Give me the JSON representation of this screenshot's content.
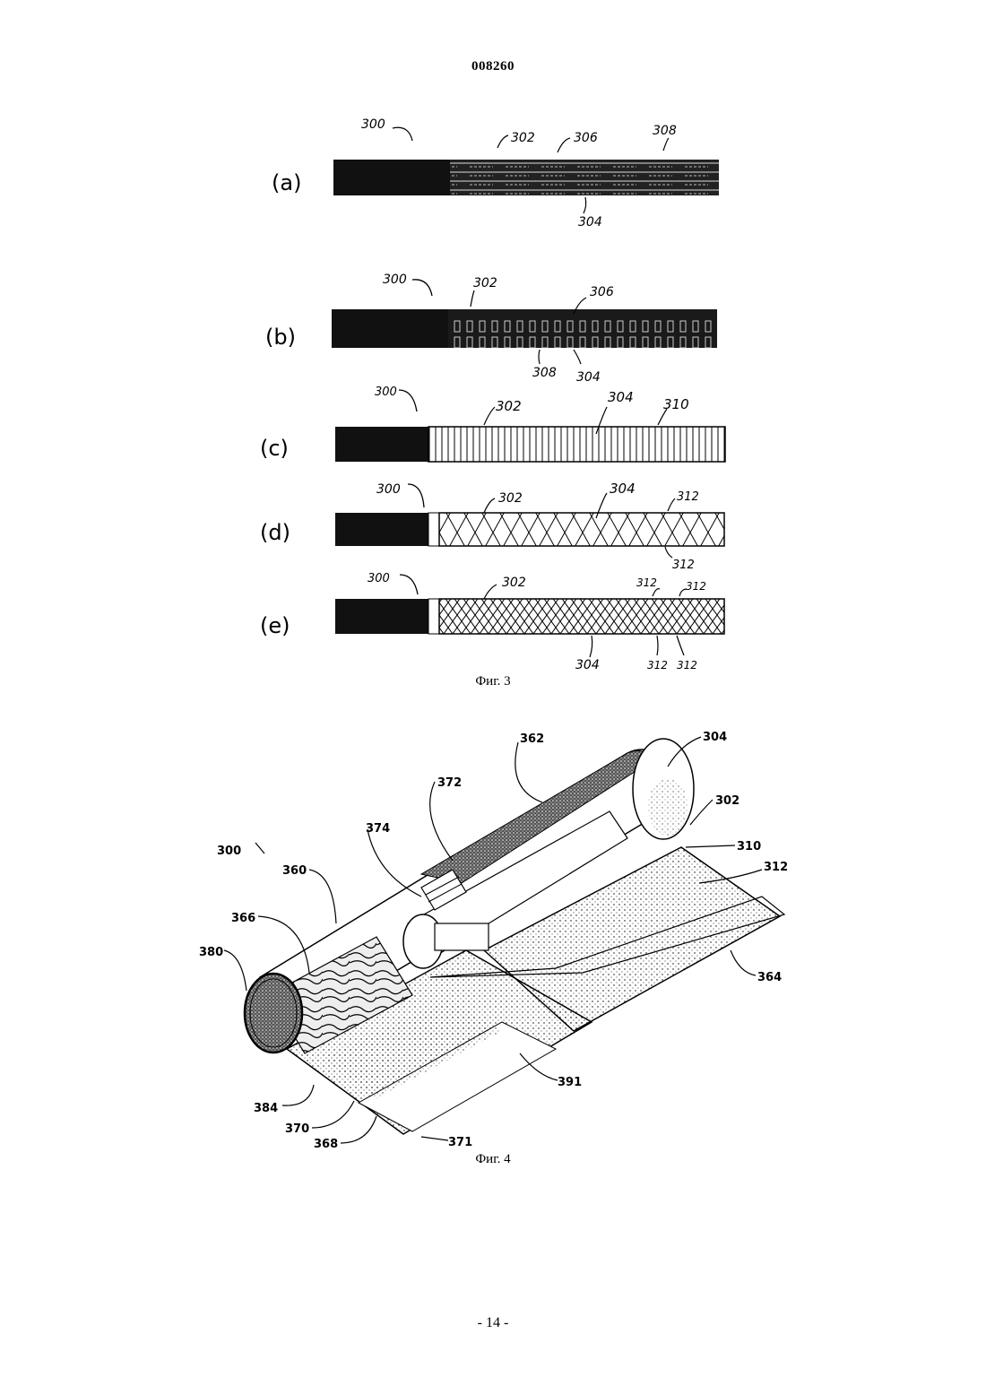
{
  "header": {
    "document_number": "008260"
  },
  "fig3": {
    "caption": "Фиг. 3",
    "panels": [
      {
        "letter": "(a)",
        "refs": [
          "300",
          "302",
          "306",
          "308",
          "304"
        ]
      },
      {
        "letter": "(b)",
        "refs": [
          "300",
          "302",
          "306",
          "308",
          "304"
        ]
      },
      {
        "letter": "(c)",
        "refs": [
          "300",
          "302",
          "304",
          "310"
        ]
      },
      {
        "letter": "(d)",
        "refs": [
          "300",
          "302",
          "304",
          "312",
          "312"
        ]
      },
      {
        "letter": "(e)",
        "refs": [
          "300",
          "302",
          "312",
          "312",
          "304",
          "312",
          "312"
        ]
      }
    ]
  },
  "fig4": {
    "caption": "Фиг. 4",
    "refs": {
      "r300": "300",
      "r360": "360",
      "r366": "366",
      "r380": "380",
      "r384": "384",
      "r370": "370",
      "r368": "368",
      "r371": "371",
      "r391": "391",
      "r364": "364",
      "r312": "312",
      "r310": "310",
      "r302": "302",
      "r304": "304",
      "r362": "362",
      "r372": "372",
      "r374": "374"
    }
  },
  "footer": {
    "page_number": "- 14 -"
  }
}
